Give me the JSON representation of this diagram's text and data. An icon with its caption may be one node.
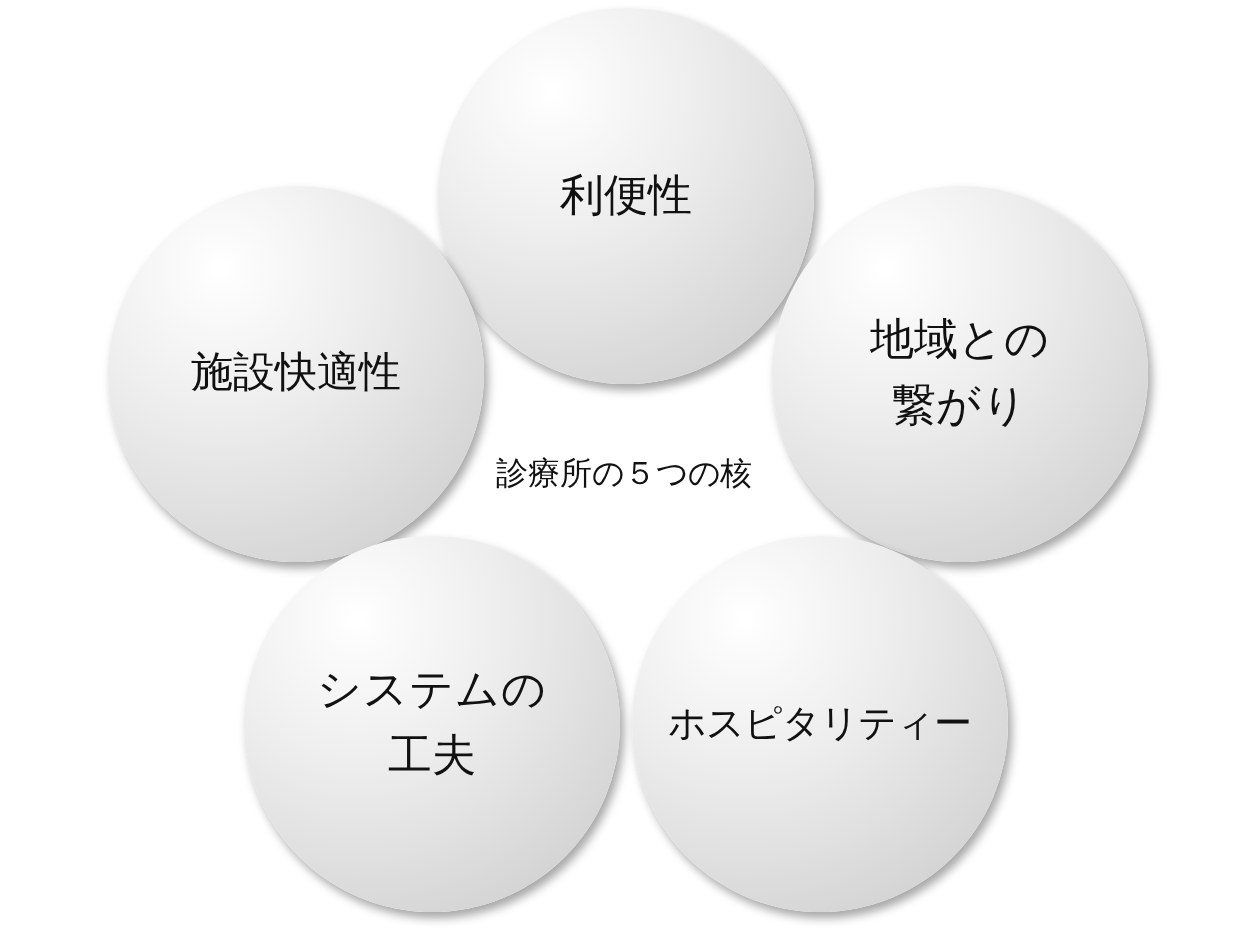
{
  "diagram": {
    "nodes": [
      {
        "text": [
          "利便性"
        ]
      },
      {
        "text": [
          "施設快適性"
        ]
      },
      {
        "text": [
          "地域との繋がり"
        ]
      },
      {
        "text": [
          "システムの工夫"
        ]
      },
      {
        "text": [
          "ホスピタリティー"
        ]
      }
    ],
    "labels": [
      "診療所の５つの核"
    ]
  }
}
